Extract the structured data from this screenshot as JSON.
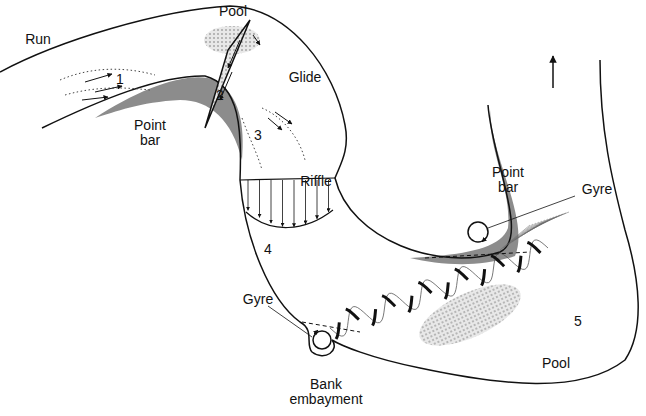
{
  "diagram": {
    "labels": [
      "Pool",
      "Run",
      "1",
      "2",
      "Glide",
      "3",
      "Point bar",
      "Riffle",
      "Gyre",
      "Point bar",
      "4",
      "Gyre",
      "5",
      "Bank embayment",
      "Pool"
    ]
  }
}
